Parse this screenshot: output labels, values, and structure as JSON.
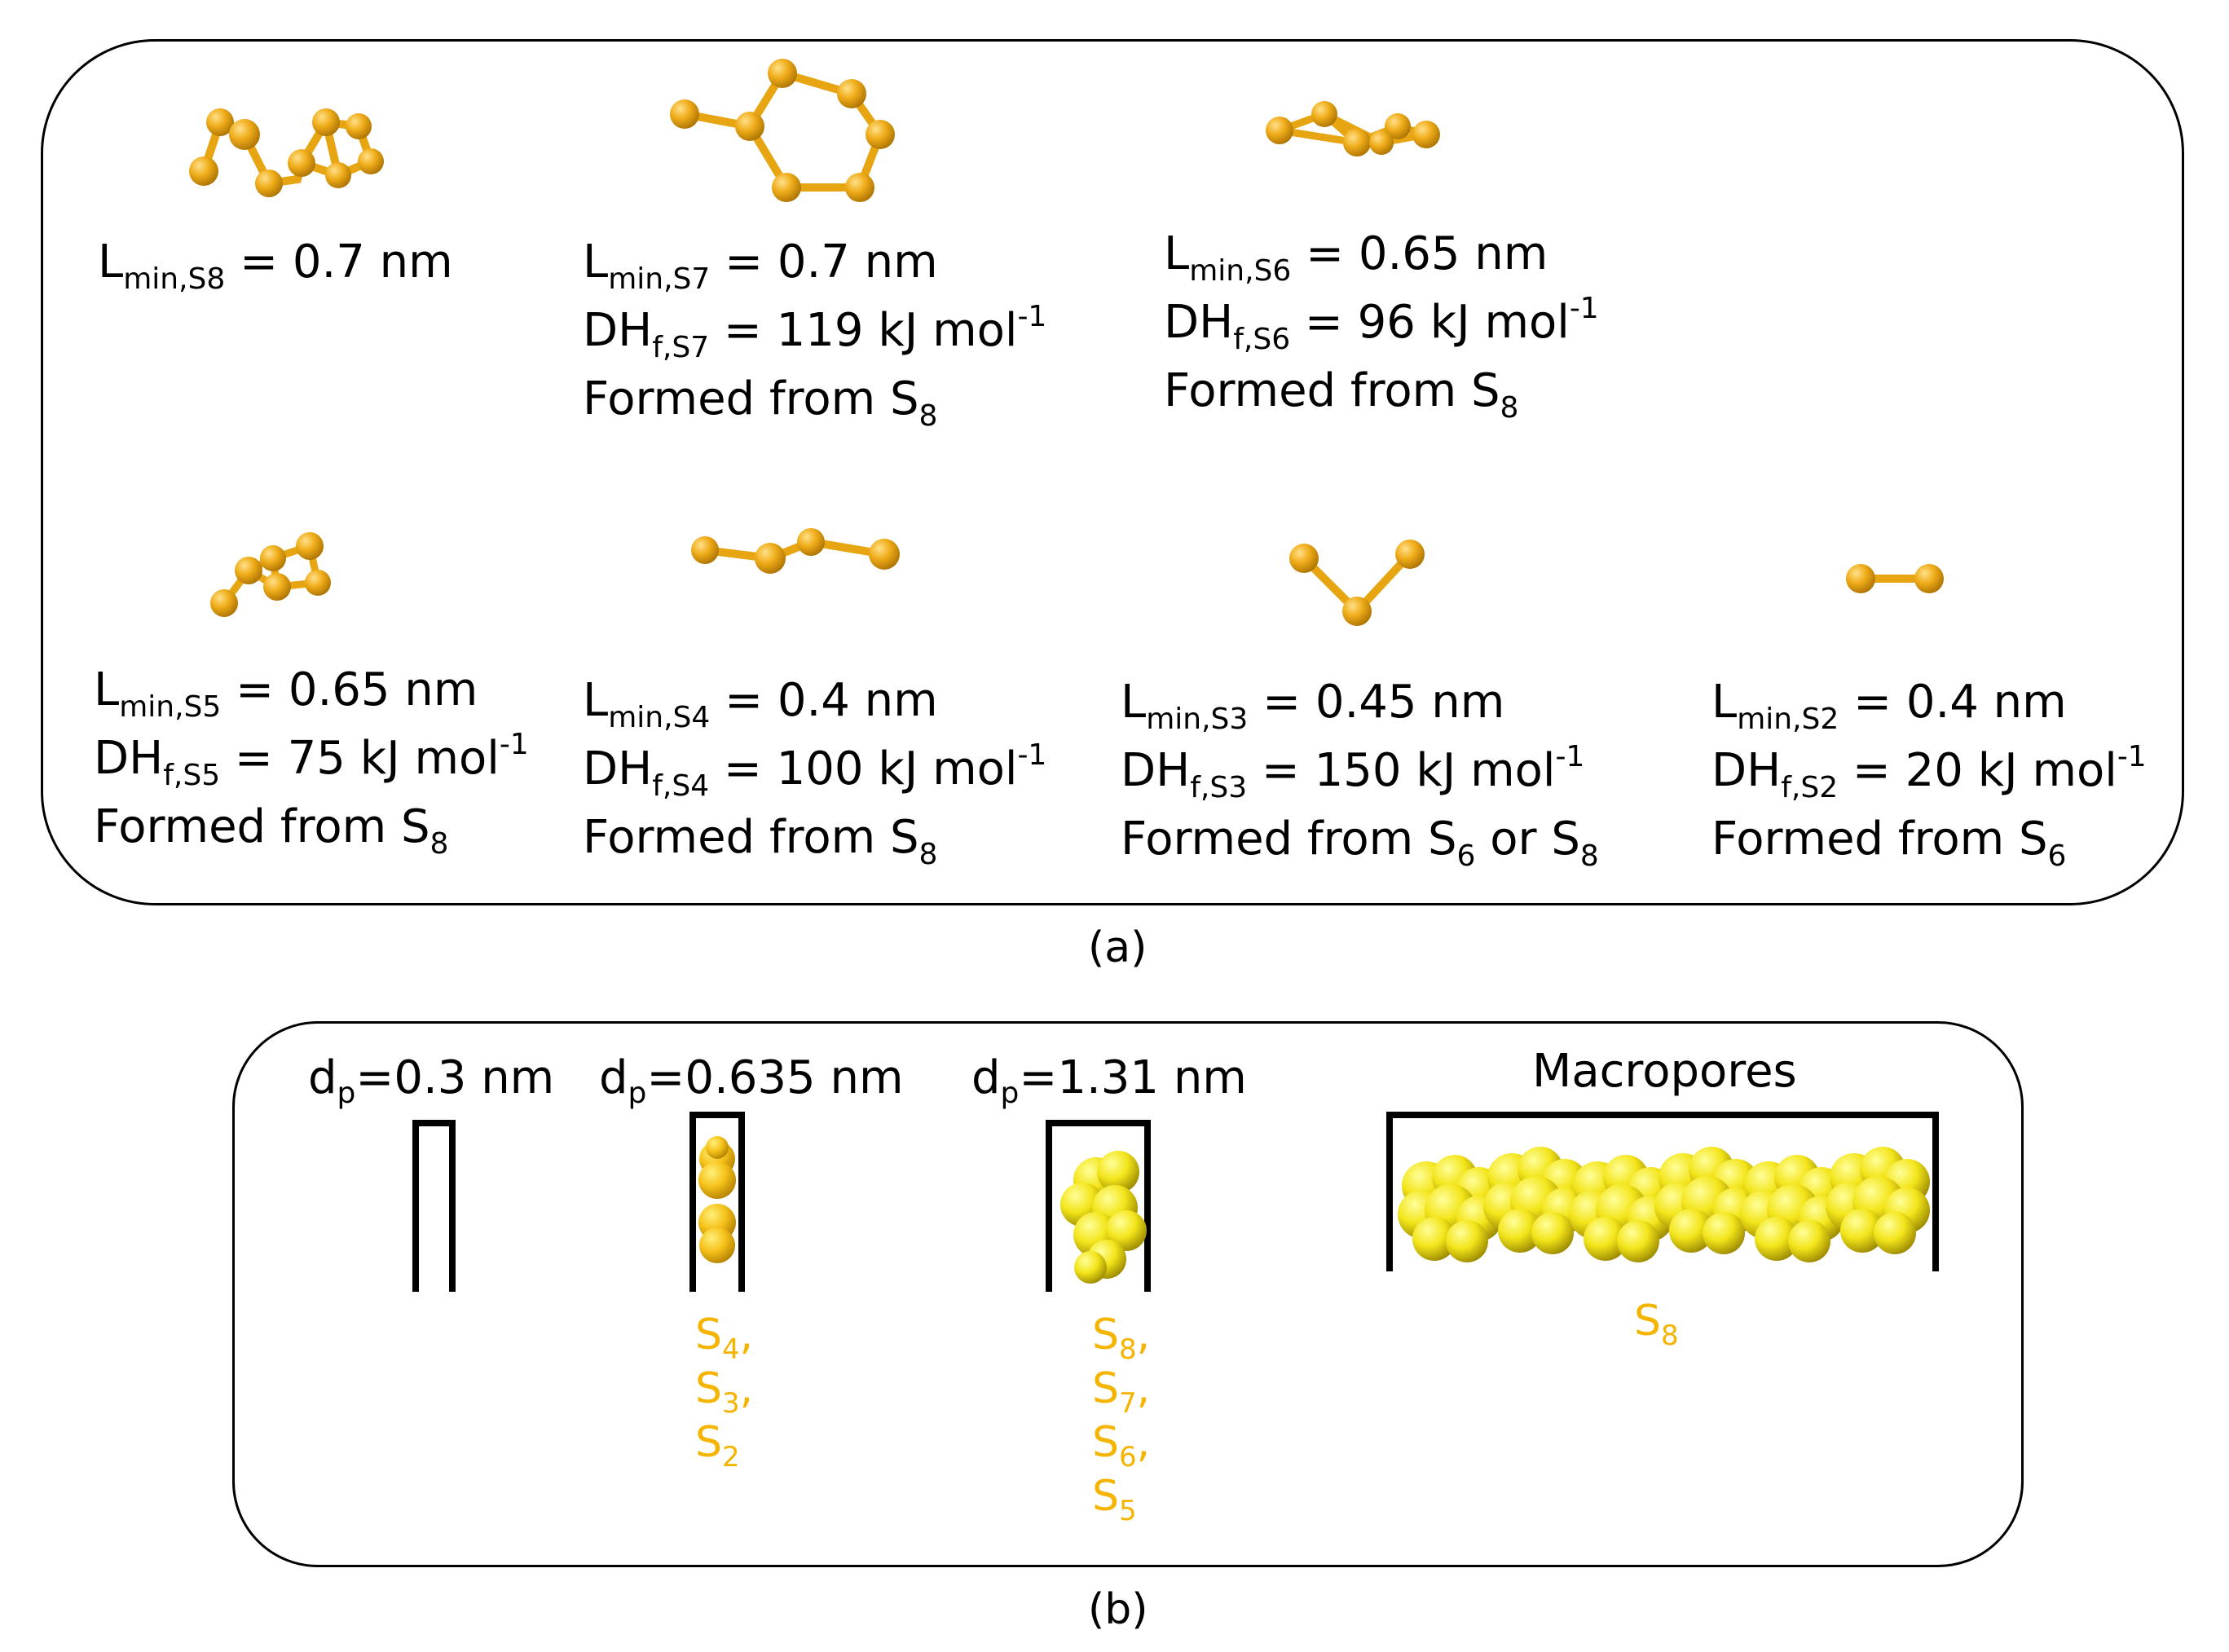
{
  "panel_a": {
    "caption": "(a)",
    "molecules": [
      {
        "id": "s8",
        "lines": [
          [
            "L",
            "min,S8",
            " = 0.7 nm"
          ]
        ]
      },
      {
        "id": "s7",
        "lines": [
          [
            "L",
            "min,S7",
            " = 0.7 nm"
          ],
          [
            "DH",
            "f,S7",
            " = 119 kJ mol",
            "-1"
          ],
          [
            "Formed from S",
            "8"
          ]
        ]
      },
      {
        "id": "s6",
        "lines": [
          [
            "L",
            "min,S6",
            " = 0.65 nm"
          ],
          [
            "DH",
            "f,S6",
            " = 96 kJ mol",
            "-1"
          ],
          [
            "Formed from S",
            "8"
          ]
        ]
      },
      {
        "id": "s5",
        "lines": [
          [
            "L",
            "min,S5",
            " = 0.65 nm"
          ],
          [
            "DH",
            "f,S5",
            " = 75 kJ mol",
            "-1"
          ],
          [
            "Formed from S",
            "8"
          ]
        ]
      },
      {
        "id": "s4",
        "lines": [
          [
            "L",
            "min,S4",
            " = 0.4 nm"
          ],
          [
            "DH",
            "f,S4",
            " = 100 kJ mol",
            "-1"
          ],
          [
            "Formed from S",
            "8"
          ]
        ]
      },
      {
        "id": "s3",
        "lines": [
          [
            "L",
            "min,S3",
            " = 0.45 nm"
          ],
          [
            "DH",
            "f,S3",
            " = 150 kJ mol",
            "-1"
          ],
          [
            "Formed from S",
            "6",
            " or S",
            "8"
          ]
        ]
      },
      {
        "id": "s2",
        "lines": [
          [
            "L",
            "min,S2",
            " = 0.4 nm"
          ],
          [
            "DH",
            "f,S2",
            " = 20 kJ mol",
            "-1"
          ],
          [
            "Formed from S",
            "6"
          ]
        ]
      }
    ]
  },
  "panel_b": {
    "caption": "(b)",
    "pores": [
      {
        "id": "p03",
        "label": [
          "d",
          "p",
          "=0.3 nm"
        ],
        "species": []
      },
      {
        "id": "p0635",
        "label": [
          "d",
          "p",
          "=0.635 nm"
        ],
        "species": [
          [
            "S",
            "4",
            ","
          ],
          [
            "S",
            "3",
            ","
          ],
          [
            "S",
            "2",
            ""
          ]
        ]
      },
      {
        "id": "p131",
        "label": [
          "d",
          "p",
          "=1.31 nm"
        ],
        "species": [
          [
            "S",
            "8",
            ","
          ],
          [
            "S",
            "7",
            ","
          ],
          [
            "S",
            "6",
            ","
          ],
          [
            "S",
            "5",
            ""
          ]
        ]
      },
      {
        "id": "macro",
        "label": [
          "Macropores",
          "",
          ""
        ],
        "species": [
          [
            "S",
            "8",
            ""
          ]
        ]
      }
    ]
  },
  "colors": {
    "bond": "#e7a512",
    "atom": "#f0ad1a",
    "atom_dark": "#b77c06",
    "sphere": "#f3e51a",
    "sphere_dark": "#a89500",
    "species_text": "#f5b400"
  }
}
